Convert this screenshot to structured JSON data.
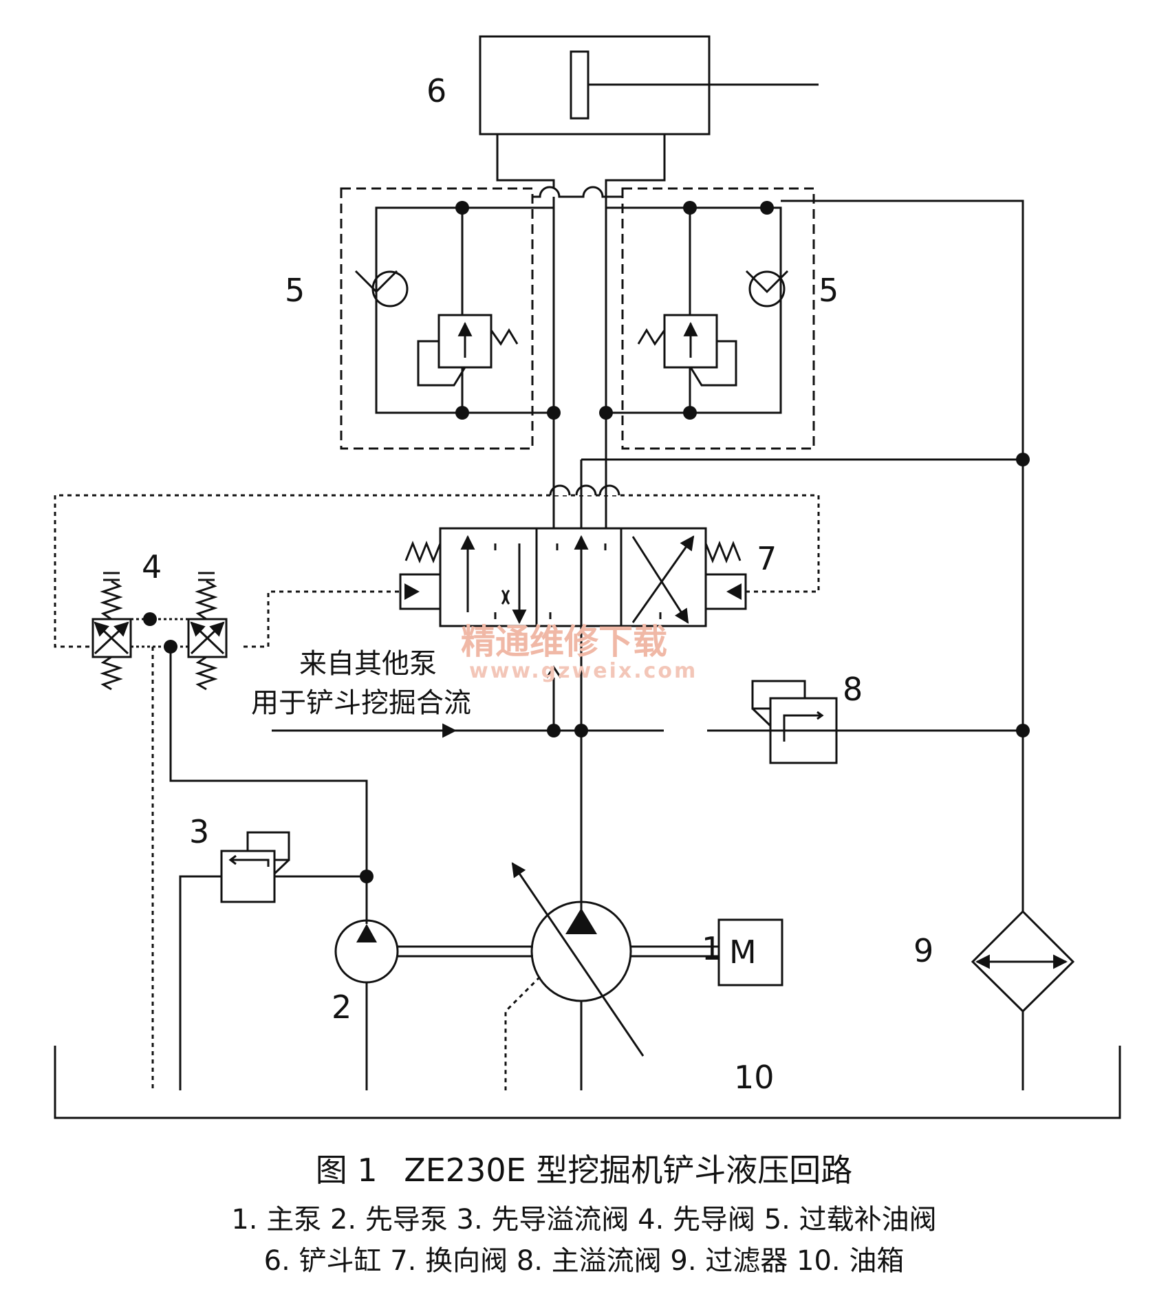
{
  "labels": {
    "pump_main": "1",
    "pump_pilot": "2",
    "pilot_relief": "3",
    "pilot_valve": "4",
    "overload_left": "5",
    "overload_right": "5",
    "cylinder": "6",
    "directional_valve": "7",
    "main_relief": "8",
    "filter": "9",
    "tank": "10",
    "motor": "M"
  },
  "annotations": {
    "merge_line1": "来自其他泵",
    "merge_line2": "用于铲斗挖掘合流"
  },
  "watermark": {
    "text": "精通维修下载",
    "url": "www.gzweix.com"
  },
  "caption": {
    "fig_no": "图 1",
    "title": "ZE230E 型挖掘机铲斗液压回路",
    "legend_line1": "1. 主泵  2. 先导泵  3. 先导溢流阀  4. 先导阀  5. 过载补油阀",
    "legend_line2": "6. 铲斗缸  7. 换向阀  8. 主溢流阀  9. 过滤器  10. 油箱"
  }
}
